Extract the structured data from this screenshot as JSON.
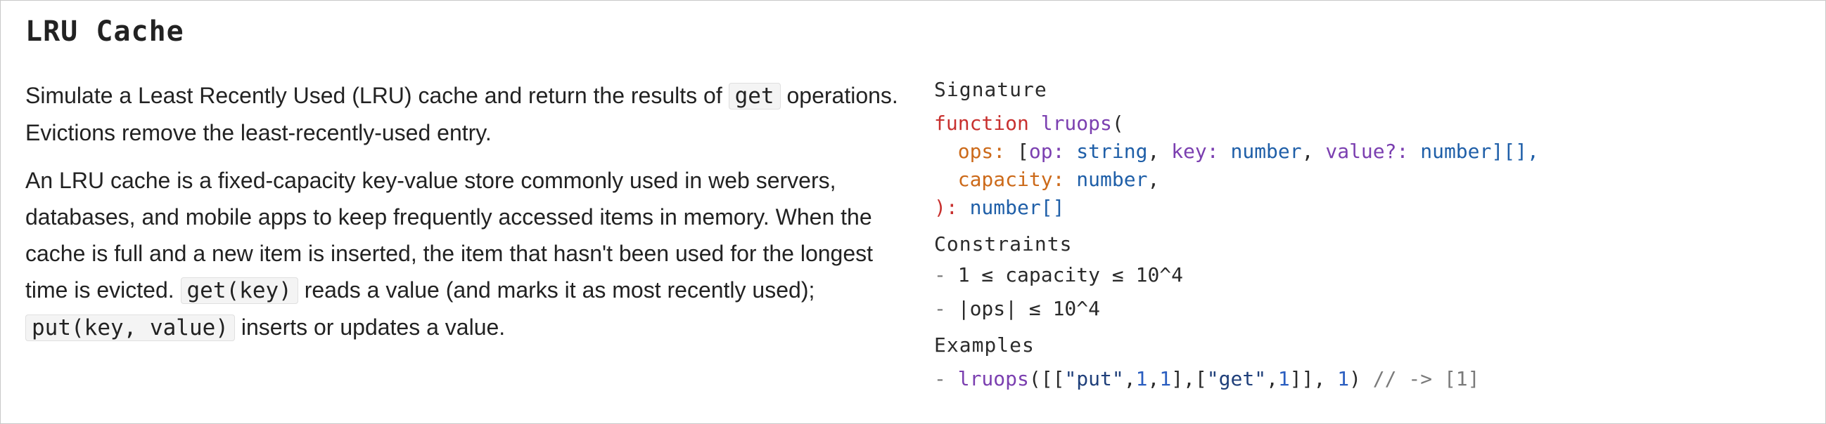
{
  "title": "LRU Cache",
  "description": {
    "p1_before": "Simulate a Least Recently Used (LRU) cache and return the results of ",
    "p1_code": "get",
    "p1_after": " operations. Evictions remove the least-recently-used entry.",
    "p2_a": "An LRU cache is a fixed-capacity key-value store commonly used in web servers, databases, and mobile apps to keep frequently accessed items in memory. When the cache is full and a new item is inserted, the item that hasn't been used for the longest time is evicted. ",
    "p2_code1": "get(key)",
    "p2_b": " reads a value (and marks it as most recently used); ",
    "p2_code2": "put(key, value)",
    "p2_c": " inserts or updates a value."
  },
  "signature": {
    "label": "Signature",
    "line1_kw": "function",
    "line1_fn": "lruops",
    "line1_paren": "(",
    "line2_indent": "  ",
    "line2_prop": "ops:",
    "line2_a": " [",
    "line2_op": "op:",
    "line2_string": " string",
    "line2_b": ", ",
    "line2_key": "key:",
    "line2_number1": " number",
    "line2_c": ", ",
    "line2_value": "value?:",
    "line2_number2": " number",
    "line2_d": "][],",
    "line3_indent": "  ",
    "line3_prop": "capacity:",
    "line3_number": " number",
    "line3_end": ",",
    "line4_paren": "): ",
    "line4_number": "number",
    "line4_end": "[]"
  },
  "constraints": {
    "label": "Constraints",
    "items": [
      "1 ≤ capacity ≤ 10^4",
      "|ops| ≤ 10^4"
    ]
  },
  "examples": {
    "label": "Examples",
    "dash": "- ",
    "fn": "lruops",
    "p_open": "([[",
    "s1": "\"put\"",
    "c1": ",",
    "n1": "1",
    "c2": ",",
    "n2": "1",
    "mid": "],[",
    "s2": "\"get\"",
    "c3": ",",
    "n3": "1",
    "p_close": "]], ",
    "cap": "1",
    "end": ")",
    "comment": " // -> [1]"
  }
}
